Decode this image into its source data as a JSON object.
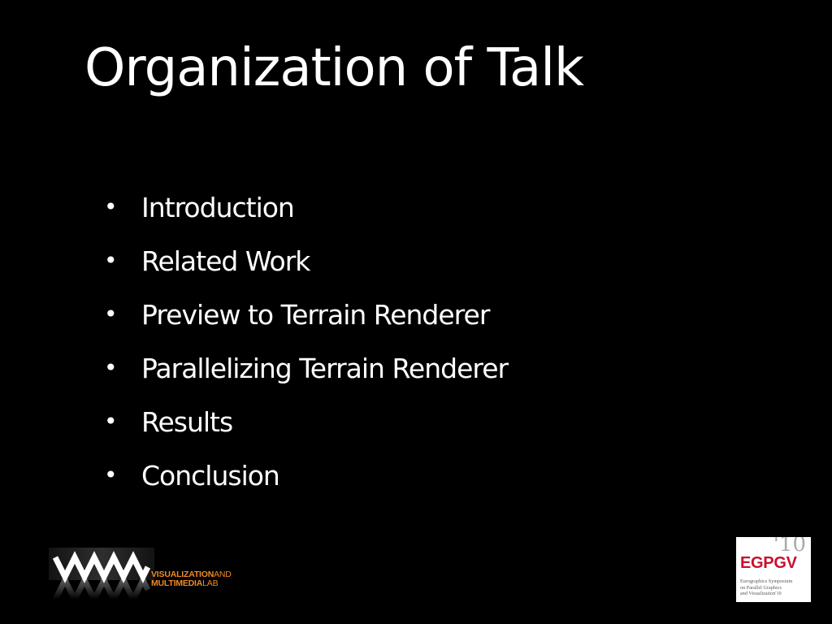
{
  "slide": {
    "title": "Organization of  Talk",
    "bullet_symbol": "•",
    "items": [
      {
        "label": "Introduction"
      },
      {
        "label": "Related Work"
      },
      {
        "label": "Preview to Terrain Renderer"
      },
      {
        "label": "Parallelizing Terrain Renderer"
      },
      {
        "label": "Results"
      },
      {
        "label": "Conclusion"
      }
    ]
  },
  "lab_logo": {
    "line1_bold": "VISUALIZATION",
    "line1_thin": "AND",
    "line2_bold": "MULTIMEDIA",
    "line2_thin": "LAB",
    "accent_color": "#f08a24",
    "mark_color": "#ffffff"
  },
  "conference_badge": {
    "year": "'10",
    "name": "EGPGV",
    "subtitle_line1": "Eurographics Symposium",
    "subtitle_line2": "on Parallel Graphics",
    "subtitle_line3": "and Visualization'10",
    "name_color": "#c8102e"
  },
  "colors": {
    "background": "#000000",
    "text": "#ffffff"
  }
}
